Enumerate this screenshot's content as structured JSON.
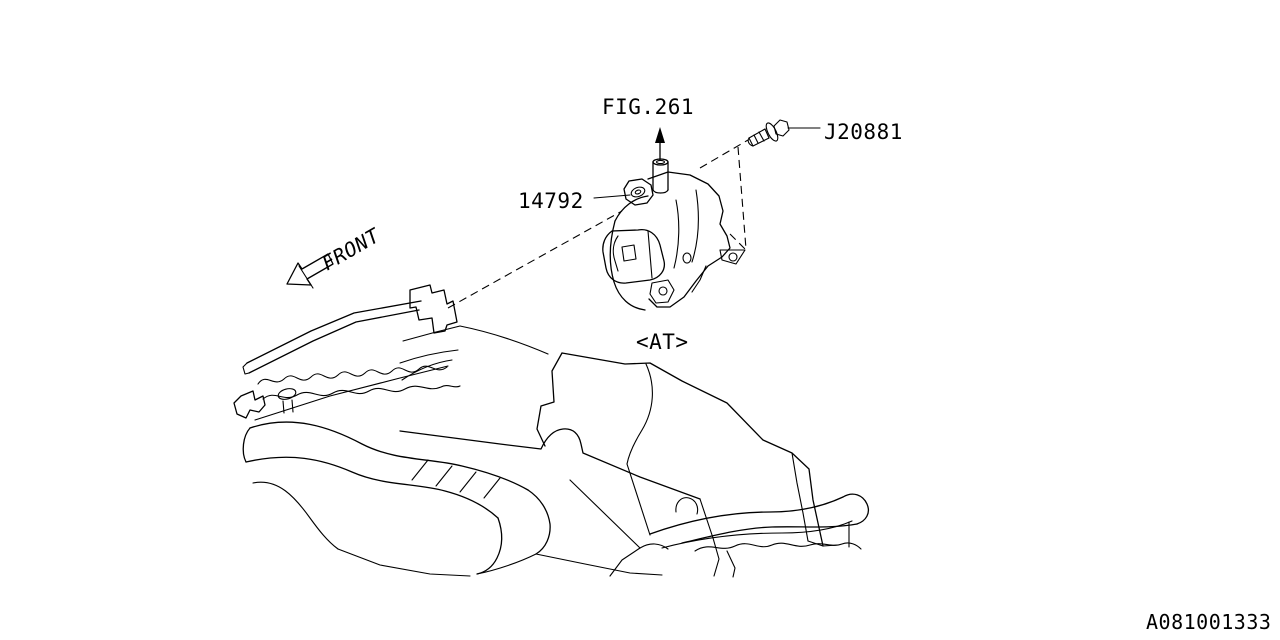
{
  "diagram": {
    "fig_ref": "FIG.261",
    "labels": {
      "bolt": "J20881",
      "pump": "14792"
    },
    "variant": "<AT>",
    "front": "FRONT",
    "doc_number": "A081001333",
    "colors": {
      "line": "#000000",
      "background": "#ffffff"
    }
  }
}
